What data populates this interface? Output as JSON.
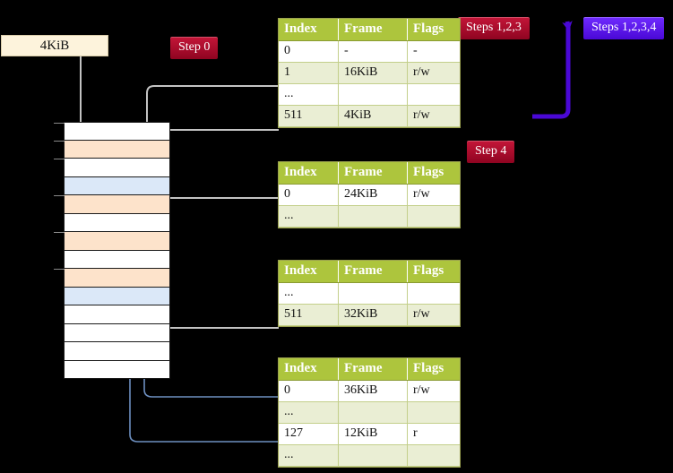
{
  "labels": {
    "kib_box": "4KiB",
    "step0": "Step 0",
    "step4": "Step 4",
    "steps123": "Steps 1,2,3",
    "steps1234": "Steps 1,2,3,4"
  },
  "colors": {
    "badge_red": "#a80b2a",
    "badge_blue": "#5b17e8",
    "table_header": "#adc53d",
    "table_alt_row": "#eaeed4",
    "highlight": "#fbf7a8",
    "mem_orange": "#fde3cb",
    "mem_blue": "#dbe8f8",
    "kib_box_bg": "#fdf3dc",
    "wire_grey": "#b9b9b9",
    "wire_blue": "#6d8fc0"
  },
  "columns": [
    "Index",
    "Frame",
    "Flags"
  ],
  "tables": [
    {
      "name": "level-1-table",
      "rows": [
        {
          "index": "0",
          "frame": "-",
          "flags": "-",
          "style": "plain",
          "highlight": false
        },
        {
          "index": "1",
          "frame": "16KiB",
          "flags": "r/w",
          "style": "alt",
          "highlight": false
        },
        {
          "index": "...",
          "frame": "",
          "flags": "",
          "style": "plain",
          "highlight": false
        },
        {
          "index": "511",
          "frame": "4KiB",
          "flags": "r/w",
          "style": "alt",
          "highlight": true
        }
      ]
    },
    {
      "name": "level-2-table",
      "rows": [
        {
          "index": "0",
          "frame": "24KiB",
          "flags": "r/w",
          "style": "plain",
          "highlight": false
        },
        {
          "index": "...",
          "frame": "",
          "flags": "",
          "style": "alt",
          "highlight": false
        }
      ]
    },
    {
      "name": "level-3-table",
      "rows": [
        {
          "index": "...",
          "frame": "",
          "flags": "",
          "style": "plain",
          "highlight": false
        },
        {
          "index": "511",
          "frame": "32KiB",
          "flags": "r/w",
          "style": "alt",
          "highlight": false
        }
      ]
    },
    {
      "name": "level-4-table",
      "rows": [
        {
          "index": "0",
          "frame": "36KiB",
          "flags": "r/w",
          "style": "plain",
          "highlight": false
        },
        {
          "index": "...",
          "frame": "",
          "flags": "",
          "style": "alt",
          "highlight": false
        },
        {
          "index": "127",
          "frame": "12KiB",
          "flags": "r",
          "style": "plain",
          "highlight": false
        },
        {
          "index": "...",
          "frame": "",
          "flags": "",
          "style": "alt",
          "highlight": false
        }
      ]
    }
  ],
  "memory_column": {
    "name": "physical-memory-column",
    "rows": [
      {
        "fill": "white",
        "tick": true
      },
      {
        "fill": "orange",
        "tick": true
      },
      {
        "fill": "white",
        "tick": true
      },
      {
        "fill": "blue",
        "tick": false
      },
      {
        "fill": "orange",
        "tick": true
      },
      {
        "fill": "white",
        "tick": false
      },
      {
        "fill": "orange",
        "tick": true
      },
      {
        "fill": "white",
        "tick": false
      },
      {
        "fill": "orange",
        "tick": true
      },
      {
        "fill": "blue",
        "tick": false
      },
      {
        "fill": "white",
        "tick": false
      },
      {
        "fill": "white",
        "tick": false
      },
      {
        "fill": "white",
        "tick": false
      },
      {
        "fill": "white",
        "tick": false
      }
    ]
  }
}
